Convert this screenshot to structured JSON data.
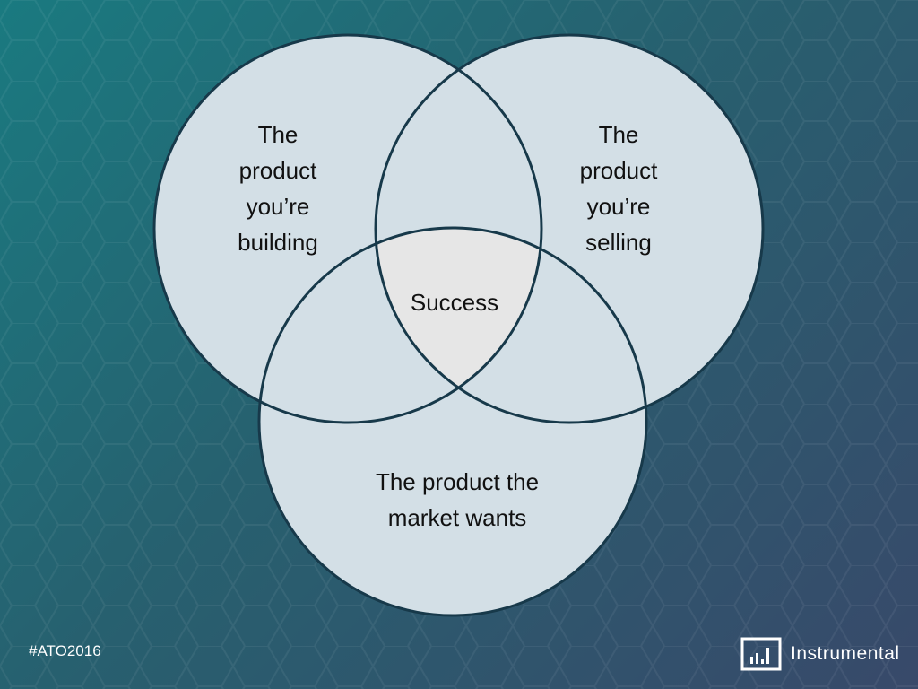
{
  "diagram": {
    "type": "venn",
    "sets": [
      {
        "id": "building",
        "lines": [
          "The",
          "product",
          "you’re",
          "building"
        ]
      },
      {
        "id": "selling",
        "lines": [
          "The",
          "product",
          "you’re",
          "selling"
        ]
      },
      {
        "id": "market",
        "lines": [
          "The product the",
          "market wants"
        ]
      }
    ],
    "intersection_label": "Success"
  },
  "footer": {
    "hashtag": "#ATO2016",
    "brand": "Instrumental"
  },
  "colors": {
    "circle_fill": "#d3dfe6",
    "intersection_fill": "#e6e6e6",
    "outline": "#17394a",
    "background_start": "#1a7a80",
    "background_end": "#38496a"
  }
}
